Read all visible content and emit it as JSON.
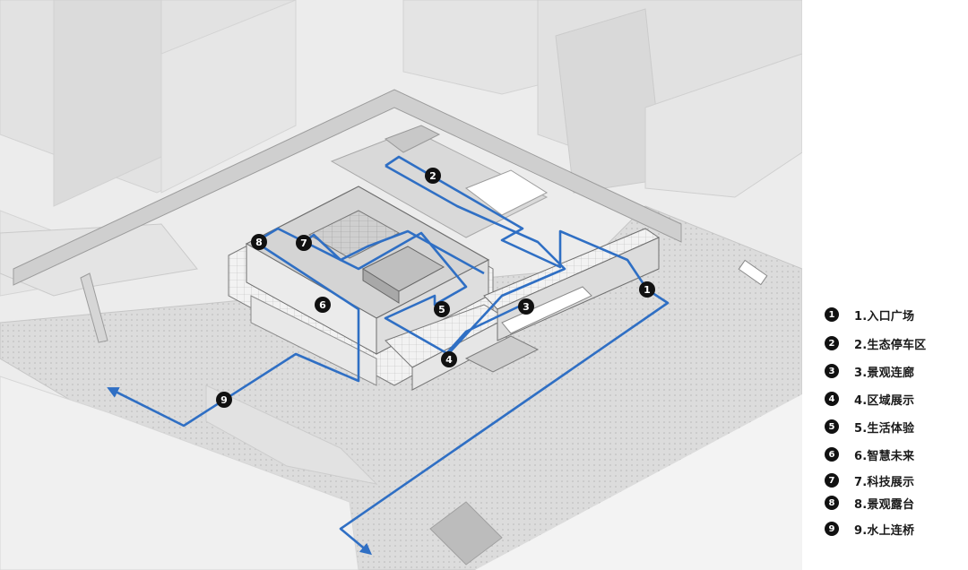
{
  "route_color": "#2f6fc4",
  "markers": [
    {
      "num": "1"
    },
    {
      "num": "2"
    },
    {
      "num": "3"
    },
    {
      "num": "4"
    },
    {
      "num": "5"
    },
    {
      "num": "6"
    },
    {
      "num": "7"
    },
    {
      "num": "8"
    },
    {
      "num": "9"
    }
  ],
  "legend": [
    {
      "num": "1",
      "label": "1.入口广场"
    },
    {
      "num": "2",
      "label": "2.生态停车区"
    },
    {
      "num": "3",
      "label": "3.景观连廊"
    },
    {
      "num": "4",
      "label": "4.区域展示"
    },
    {
      "num": "5",
      "label": "5.生活体验"
    },
    {
      "num": "6",
      "label": "6.智慧未来"
    },
    {
      "num": "7",
      "label": "7.科技展示"
    },
    {
      "num": "8",
      "label": "8.景观露台"
    },
    {
      "num": "9",
      "label": "9.水上连桥"
    }
  ]
}
